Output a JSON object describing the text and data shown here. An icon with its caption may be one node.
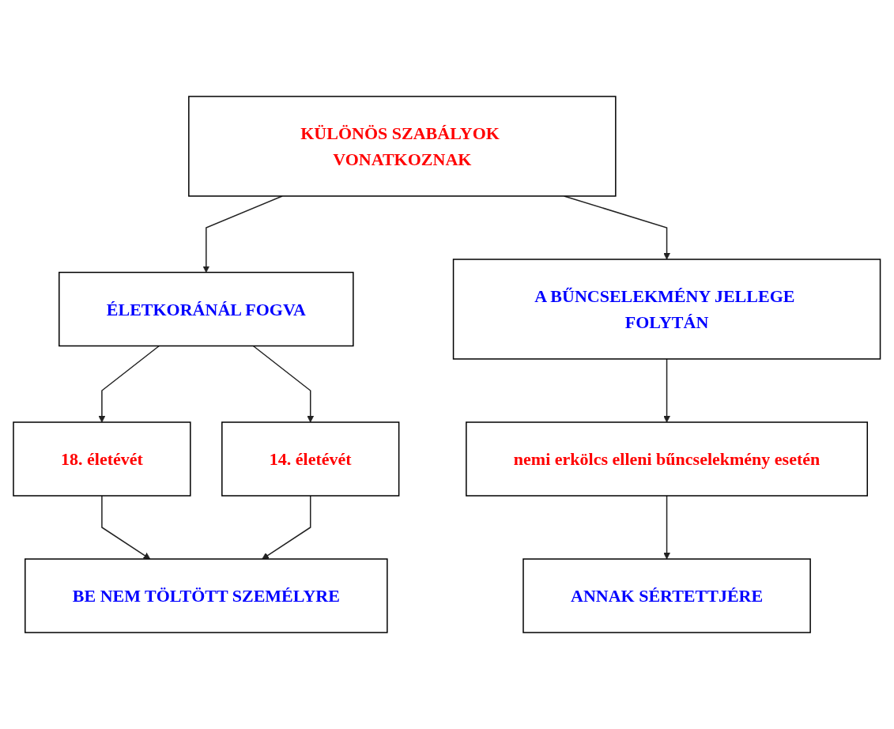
{
  "diagram": {
    "nodes": [
      {
        "text": [
          "KÜLÖNÖS SZABÁLYOK VONATKOZNAK"
        ]
      },
      {
        "text": [
          "ÉLETKORÁNÁL FOGVA"
        ]
      },
      {
        "text": [
          "A BŰNCSELEKMÉNY JELLEGE FOLYTÁN"
        ]
      },
      {
        "text": [
          "18. életévét"
        ]
      },
      {
        "text": [
          "14. életévét"
        ]
      },
      {
        "text": [
          "nemi erkölcs elleni bűncselekmény esetén"
        ]
      },
      {
        "text": [
          "BE NEM TÖLTÖTT SZEMÉLYRE"
        ]
      },
      {
        "text": [
          "ANNAK SÉRTETTJÉRE"
        ]
      }
    ],
    "edges": [
      {
        "from": 0,
        "to": 1,
        "arrow": "to"
      },
      {
        "from": 0,
        "to": 2,
        "arrow": "to"
      },
      {
        "from": 1,
        "to": 3,
        "arrow": "to"
      },
      {
        "from": 1,
        "to": 4,
        "arrow": "to"
      },
      {
        "from": 2,
        "to": 5,
        "arrow": "to"
      },
      {
        "from": 3,
        "to": 6,
        "arrow": "to"
      },
      {
        "from": 4,
        "to": 6,
        "arrow": "to"
      },
      {
        "from": 5,
        "to": 7,
        "arrow": "to"
      }
    ]
  }
}
